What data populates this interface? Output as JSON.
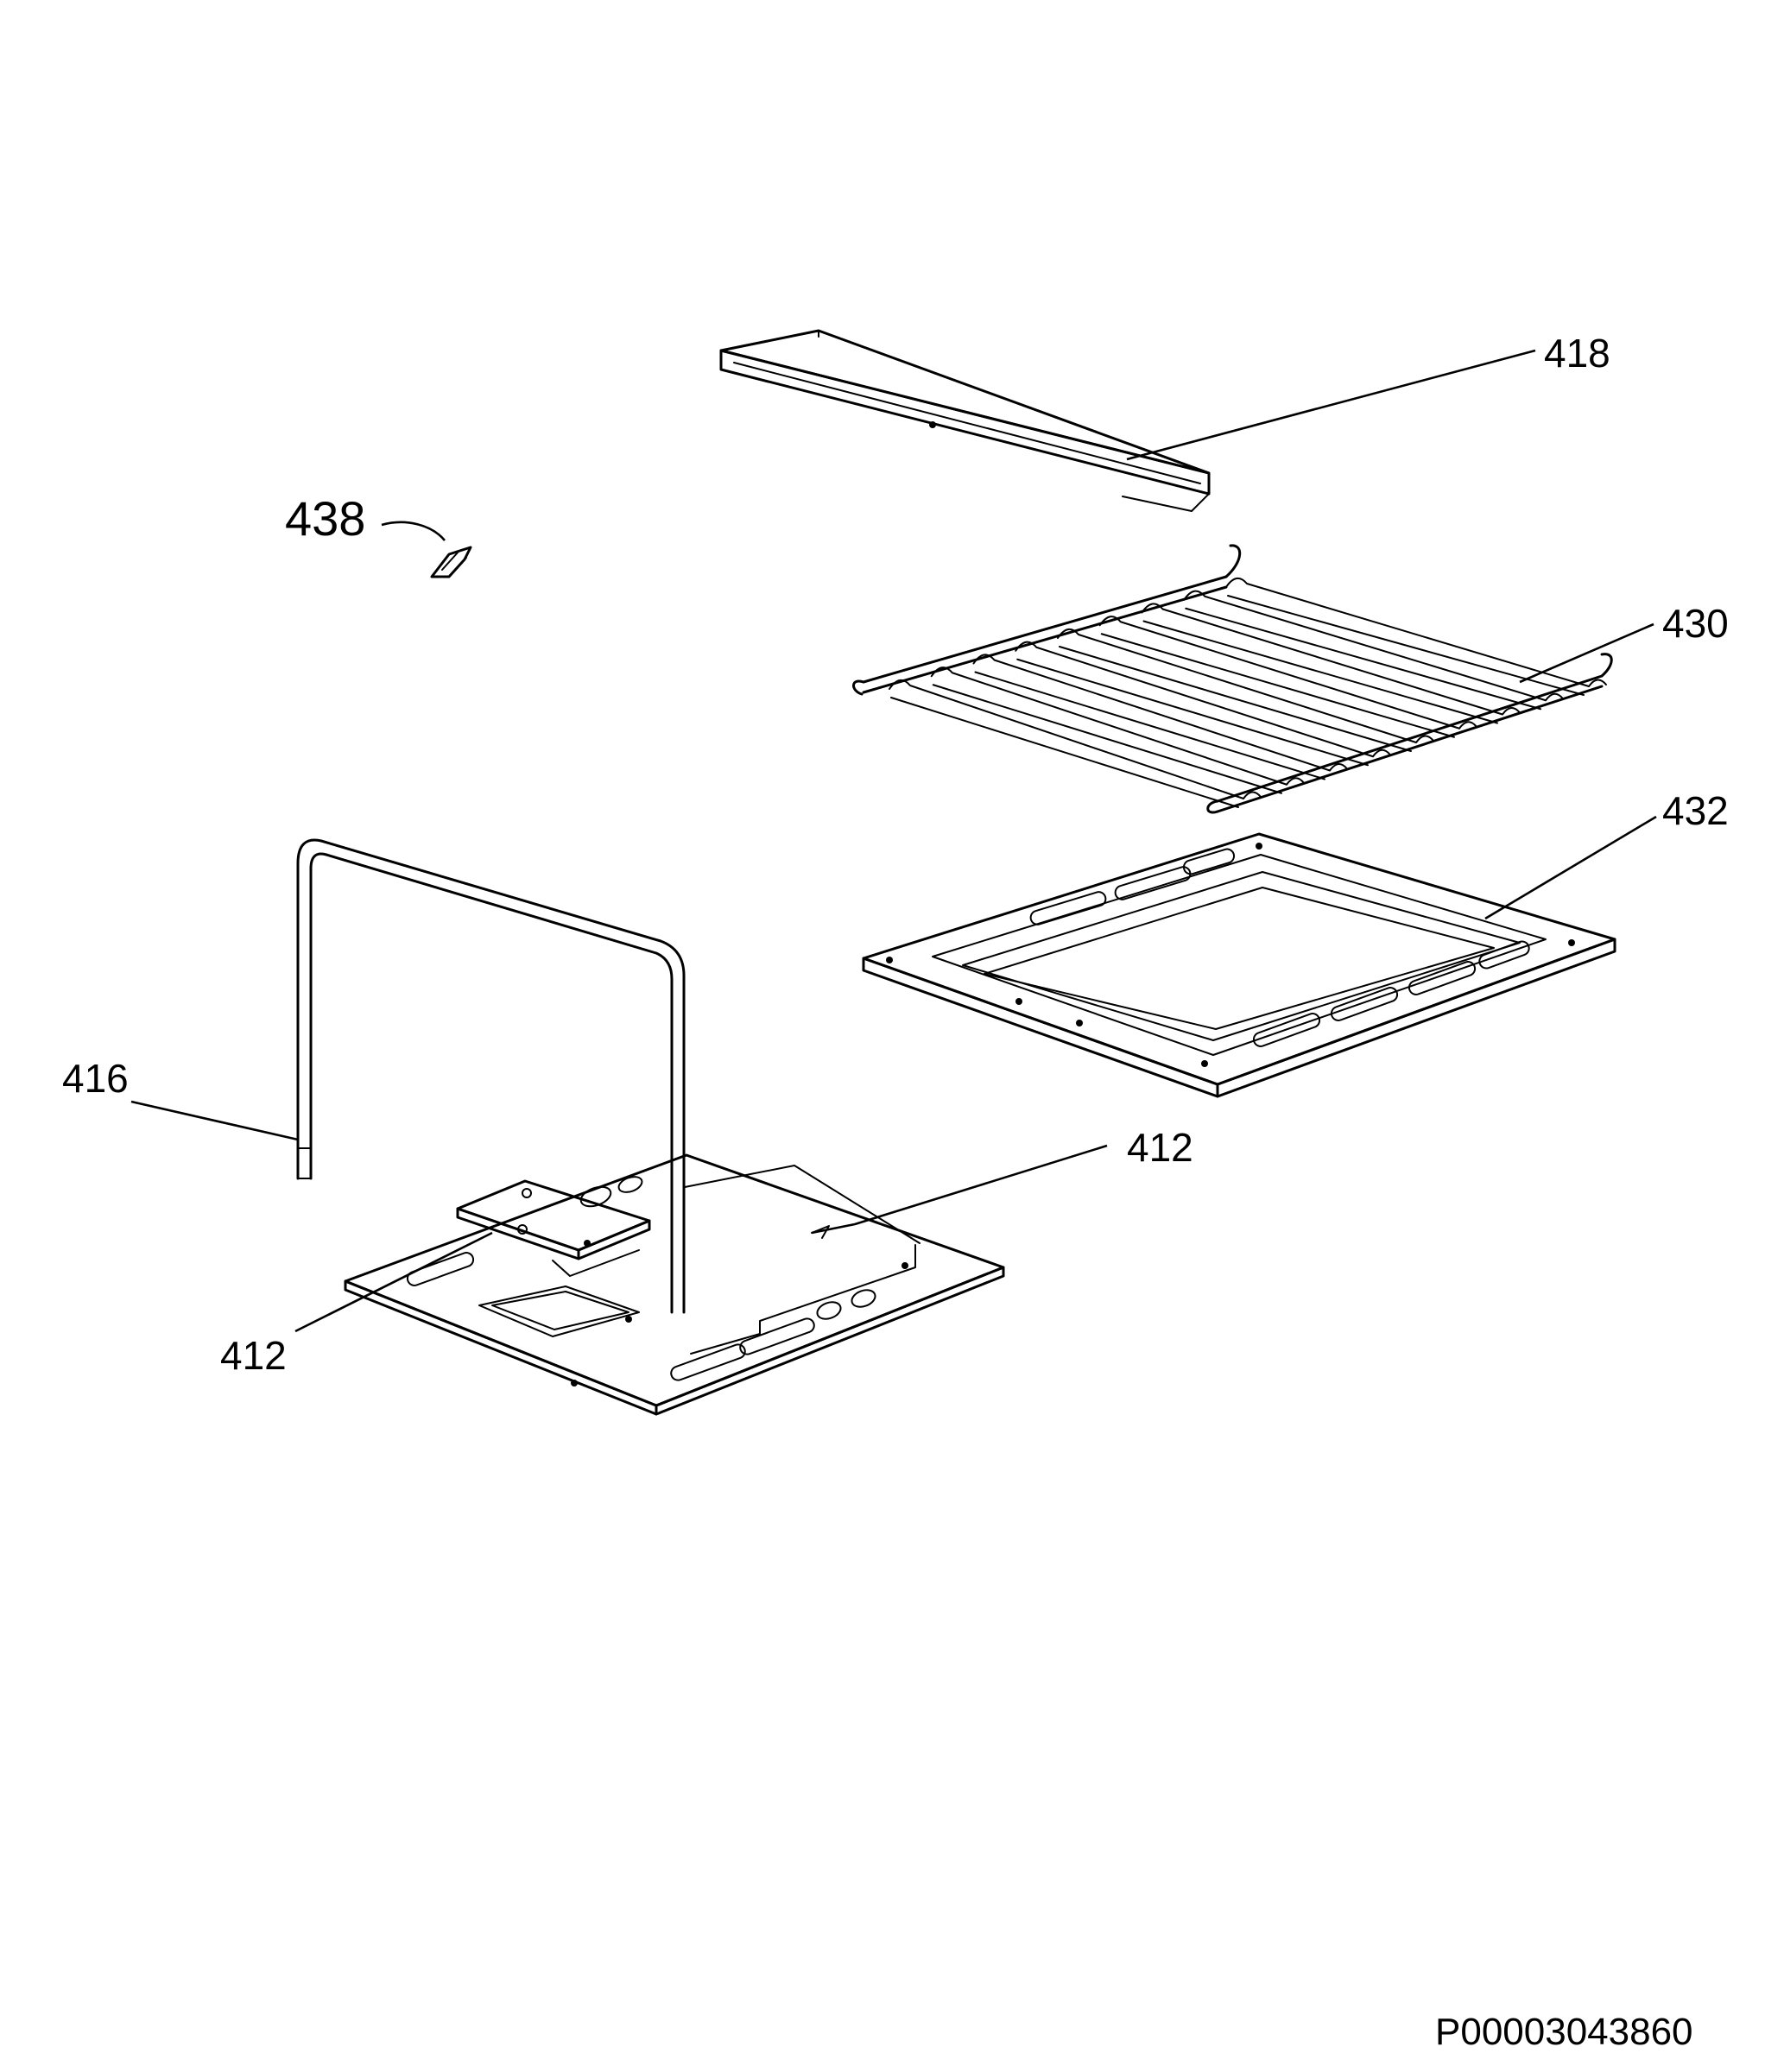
{
  "diagram": {
    "labels": {
      "p418": "418",
      "p438": "438",
      "p430": "430",
      "p432": "432",
      "p416": "416",
      "p412a": "412",
      "p412b": "412"
    },
    "footer_code": "P00003043860"
  }
}
